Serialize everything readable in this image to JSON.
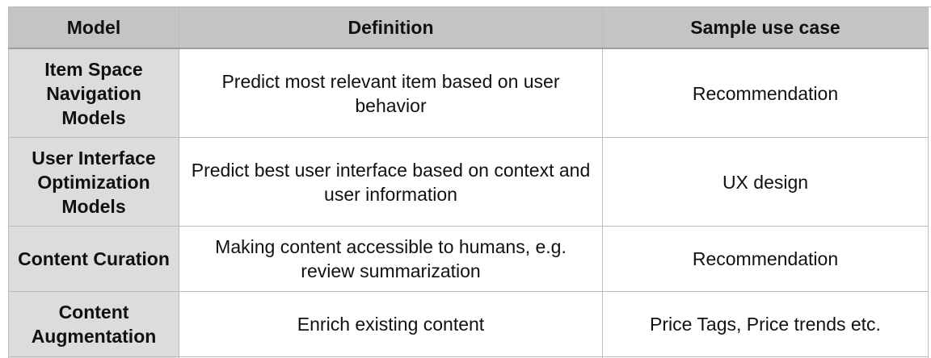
{
  "table": {
    "headers": {
      "model": "Model",
      "definition": "Definition",
      "use_case": "Sample use case"
    },
    "rows": [
      {
        "model": "Item Space Navigation Models",
        "definition": "Predict most relevant item based on user behavior",
        "use_case": "Recommendation"
      },
      {
        "model": "User Interface Optimization Models",
        "definition": "Predict best user interface based on context and user information",
        "use_case": "UX design"
      },
      {
        "model": "Content Curation",
        "definition": "Making content accessible to humans, e.g. review summarization",
        "use_case": "Recommendation"
      },
      {
        "model": "Content Augmentation",
        "definition": "Enrich existing content",
        "use_case": "Price Tags, Price trends etc."
      }
    ]
  },
  "colors": {
    "header_bg": "#c3c5c4",
    "model_col_bg": "#dcdcdc",
    "grid_line": "#bcbcbc"
  }
}
